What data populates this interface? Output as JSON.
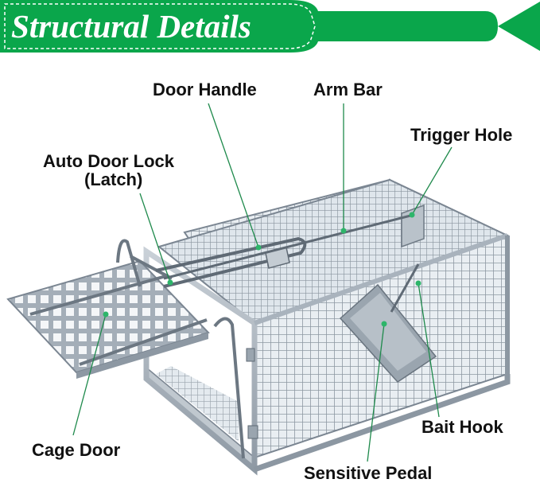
{
  "header": {
    "title": "Structural Details",
    "accent_color": "#0aa64b"
  },
  "labels": {
    "door_handle": "Door Handle",
    "arm_bar": "Arm Bar",
    "trigger_hole": "Trigger Hole",
    "auto_door_lock_line1": "Auto Door Lock",
    "auto_door_lock_line2": "(Latch)",
    "cage_door": "Cage Door",
    "bait_hook": "Bait Hook",
    "sensitive_pedal": "Sensitive Pedal"
  },
  "colors": {
    "cage_metal": "#a9b3bd",
    "cage_edge": "#7b8692",
    "callout_line": "#1f8a4c",
    "callout_dot": "#2db56a"
  }
}
